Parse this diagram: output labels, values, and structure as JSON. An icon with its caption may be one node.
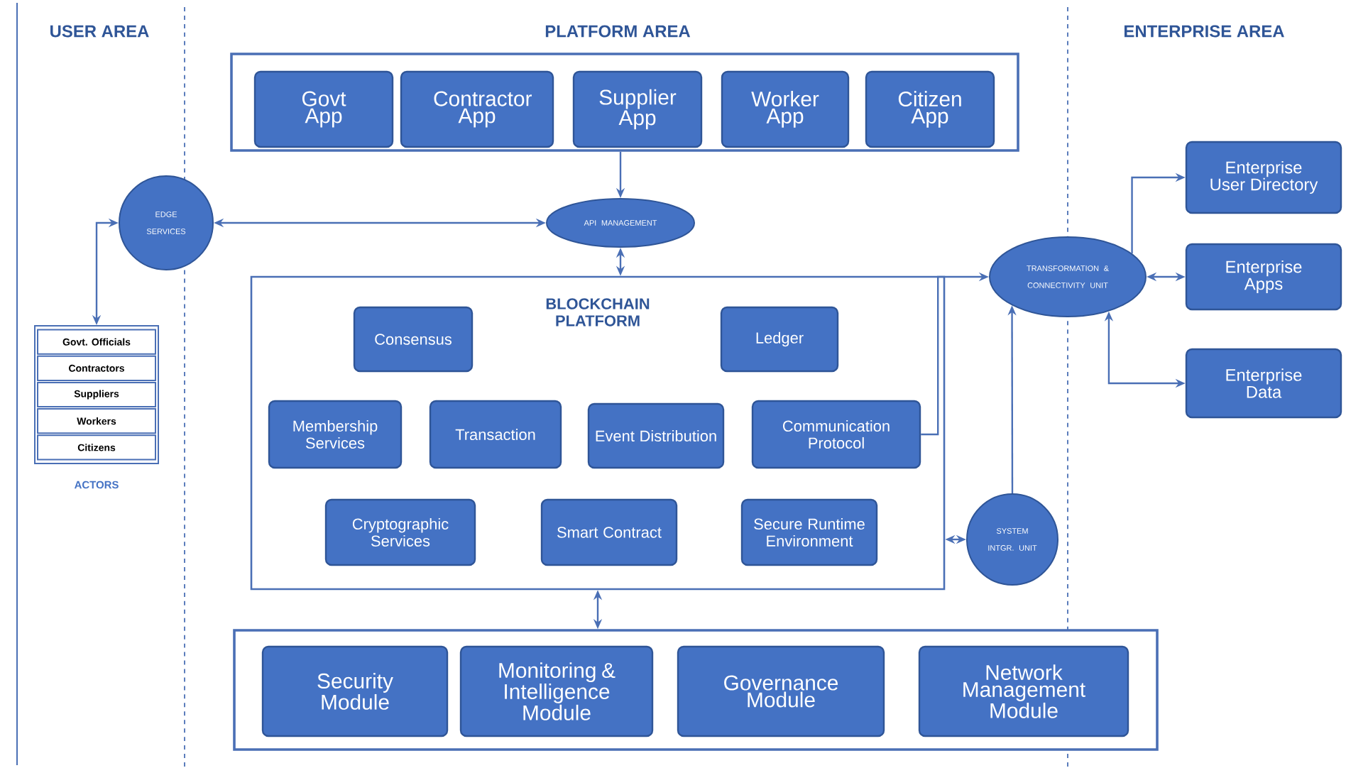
{
  "diagram": {
    "nodes": [
      {
        "text": [],
        "shape": "box"
      },
      {
        "text": [
          "Govt App"
        ],
        "in": 0
      },
      {
        "text": [
          "Contractor App"
        ],
        "in": 0
      },
      {
        "text": [
          "Supplier App"
        ],
        "in": 0
      },
      {
        "text": [
          "Worker App"
        ],
        "in": 0
      },
      {
        "text": [
          "Citizen App"
        ],
        "in": 0
      },
      {
        "text": [
          "EDGE SERVICES"
        ]
      },
      {
        "text": [
          "API MANAGEMENT"
        ]
      },
      {
        "text": [
          "Govt. Officials",
          "Contractors",
          "Suppliers",
          "Workers",
          "Citizens"
        ],
        "beside": [
          "ACTORS"
        ]
      },
      {
        "text": [
          "BLOCKCHAIN PLATFORM"
        ]
      },
      {
        "text": [
          "Consensus"
        ],
        "in": 9
      },
      {
        "text": [
          "Ledger"
        ],
        "in": 9
      },
      {
        "text": [
          "Membership Services"
        ],
        "in": 9
      },
      {
        "text": [
          "Transaction"
        ],
        "in": 9
      },
      {
        "text": [
          "Event Distribution"
        ],
        "in": 9
      },
      {
        "text": [
          "Communication Protocol"
        ],
        "in": 9
      },
      {
        "text": [
          "Cryptographic Services"
        ],
        "in": 9
      },
      {
        "text": [
          "Smart Contract"
        ],
        "in": 9
      },
      {
        "text": [
          "Secure Runtime Environment"
        ],
        "in": 9
      },
      {
        "text": [
          "TRANSFORMATION & CONNECTIVITY UNIT"
        ]
      },
      {
        "text": [
          "SYSTEM INTGR. UNIT"
        ]
      },
      {
        "text": [
          "Enterprise User Directory"
        ]
      },
      {
        "text": [
          "Enterprise Apps"
        ]
      },
      {
        "text": [
          "Enterprise Data"
        ]
      },
      {
        "text": [],
        "shape": "box"
      },
      {
        "text": [
          "Security Module"
        ],
        "in": 24
      },
      {
        "text": [
          "Monitoring & Intelligence Module"
        ],
        "in": 24
      },
      {
        "text": [
          "Governance Module"
        ],
        "in": 24
      },
      {
        "text": [
          "Network Management Module"
        ],
        "in": 24
      }
    ],
    "edges": [
      {
        "from": 0,
        "to": 7,
        "arrow": "to"
      },
      {
        "from": 7,
        "to": 6,
        "arrow": "both"
      },
      {
        "from": 6,
        "to": 8,
        "arrow": "both"
      },
      {
        "from": 7,
        "to": 9,
        "arrow": "both"
      },
      {
        "from": 15,
        "to": 19,
        "arrow": "to"
      },
      {
        "from": 20,
        "to": 19,
        "arrow": "to"
      },
      {
        "from": 20,
        "to": 9,
        "arrow": "both"
      },
      {
        "from": 19,
        "to": 21,
        "arrow": "to"
      },
      {
        "from": 19,
        "to": 22,
        "arrow": "both"
      },
      {
        "from": 19,
        "to": 23,
        "arrow": "both"
      },
      {
        "from": 9,
        "to": 24,
        "arrow": "both"
      }
    ],
    "labels": [
      "USER AREA",
      "PLATFORM AREA",
      "ENTERPRISE AREA"
    ]
  }
}
